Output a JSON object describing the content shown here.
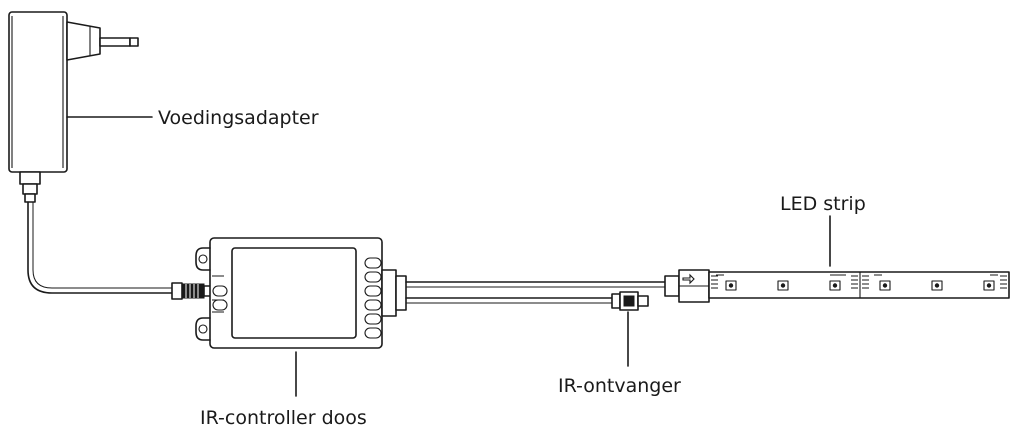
{
  "labels": {
    "adapter": "Voedingsadapter",
    "led_strip": "LED strip",
    "ir_receiver": "IR-ontvanger",
    "controller_box": "IR-controller doos"
  }
}
